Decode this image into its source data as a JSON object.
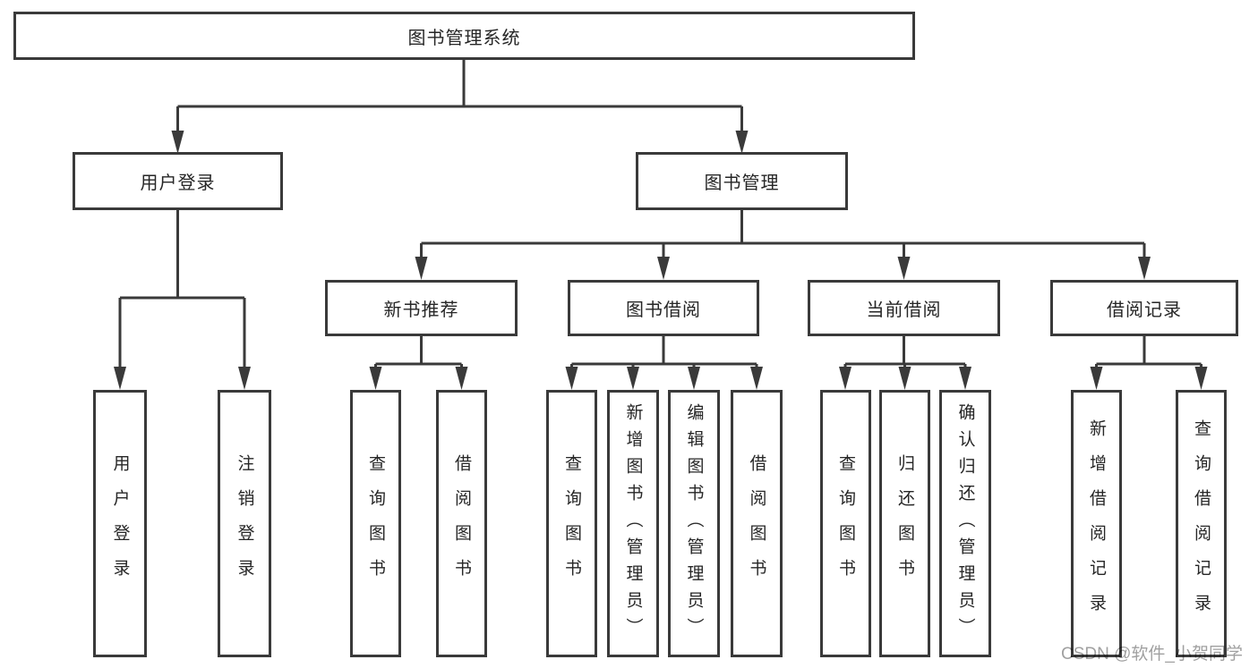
{
  "tree": {
    "root": "图书管理系统",
    "children": [
      {
        "label": "用户登录",
        "children": [
          {
            "label": "用户登录"
          },
          {
            "label": "注销登录"
          }
        ]
      },
      {
        "label": "图书管理",
        "children": [
          {
            "label": "新书推荐",
            "children": [
              {
                "label": "查询图书"
              },
              {
                "label": "借阅图书"
              }
            ]
          },
          {
            "label": "图书借阅",
            "children": [
              {
                "label": "查询图书"
              },
              {
                "label": "新增图书（管理员）"
              },
              {
                "label": "编辑图书（管理员）"
              },
              {
                "label": "借阅图书"
              }
            ]
          },
          {
            "label": "当前借阅",
            "children": [
              {
                "label": "查询图书"
              },
              {
                "label": "归还图书"
              },
              {
                "label": "确认归还（管理员）"
              }
            ]
          },
          {
            "label": "借阅记录",
            "children": [
              {
                "label": "新增借阅记录"
              },
              {
                "label": "查询借阅记录"
              }
            ]
          }
        ]
      }
    ]
  },
  "watermark": {
    "text": "CSDN @软件_小贺同学"
  },
  "colors": {
    "line": "#3a3a3a",
    "text": "#262626",
    "watermark": "#a0a0a0",
    "background": "#ffffff"
  }
}
